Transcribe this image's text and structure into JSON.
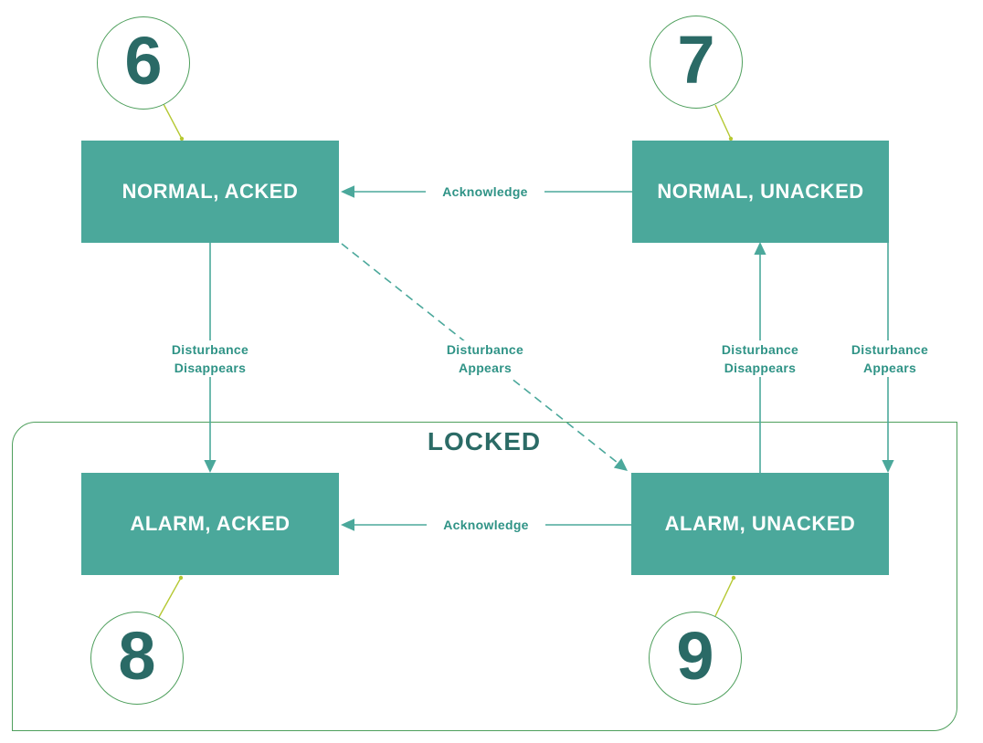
{
  "diagram": {
    "group_label": "LOCKED",
    "states": {
      "normal_acked": {
        "label": "NORMAL, ACKED",
        "badge": "6"
      },
      "normal_unacked": {
        "label": "NORMAL, UNACKED",
        "badge": "7"
      },
      "alarm_acked": {
        "label": "ALARM, ACKED",
        "badge": "8"
      },
      "alarm_unacked": {
        "label": "ALARM, UNACKED",
        "badge": "9"
      }
    },
    "edges": {
      "acknowledge_top": {
        "label": "Acknowledge",
        "from": "NORMAL, UNACKED",
        "to": "NORMAL, ACKED",
        "style": "solid"
      },
      "acknowledge_bottom": {
        "label": "Acknowledge",
        "from": "ALARM, UNACKED",
        "to": "ALARM, ACKED",
        "style": "solid"
      },
      "disturbance_disappears_left": {
        "line1": "Disturbance",
        "line2": "Disappears",
        "from": "NORMAL, ACKED",
        "to": "ALARM, ACKED",
        "style": "solid"
      },
      "disturbance_appears_diagonal": {
        "line1": "Disturbance",
        "line2": "Appears",
        "from": "NORMAL, ACKED",
        "to": "ALARM, UNACKED",
        "style": "dashed"
      },
      "disturbance_disappears_right": {
        "line1": "Disturbance",
        "line2": "Disappears",
        "from": "ALARM, UNACKED",
        "to": "NORMAL, UNACKED",
        "style": "solid"
      },
      "disturbance_appears_right": {
        "line1": "Disturbance",
        "line2": "Appears",
        "from": "NORMAL, UNACKED",
        "to": "ALARM, UNACKED",
        "style": "solid"
      }
    },
    "colors": {
      "state_fill": "#4BA89B",
      "state_text": "#FFFFFF",
      "connector": "#4BA89B",
      "edge_label_text": "#2F9386",
      "group_border": "#4E9F5C",
      "group_title_text": "#2B6B66",
      "badge_number_text": "#2A6A66",
      "badge_border": "#4E9F5C",
      "callout_line": "#B5C832",
      "background": "#FFFFFF"
    }
  }
}
